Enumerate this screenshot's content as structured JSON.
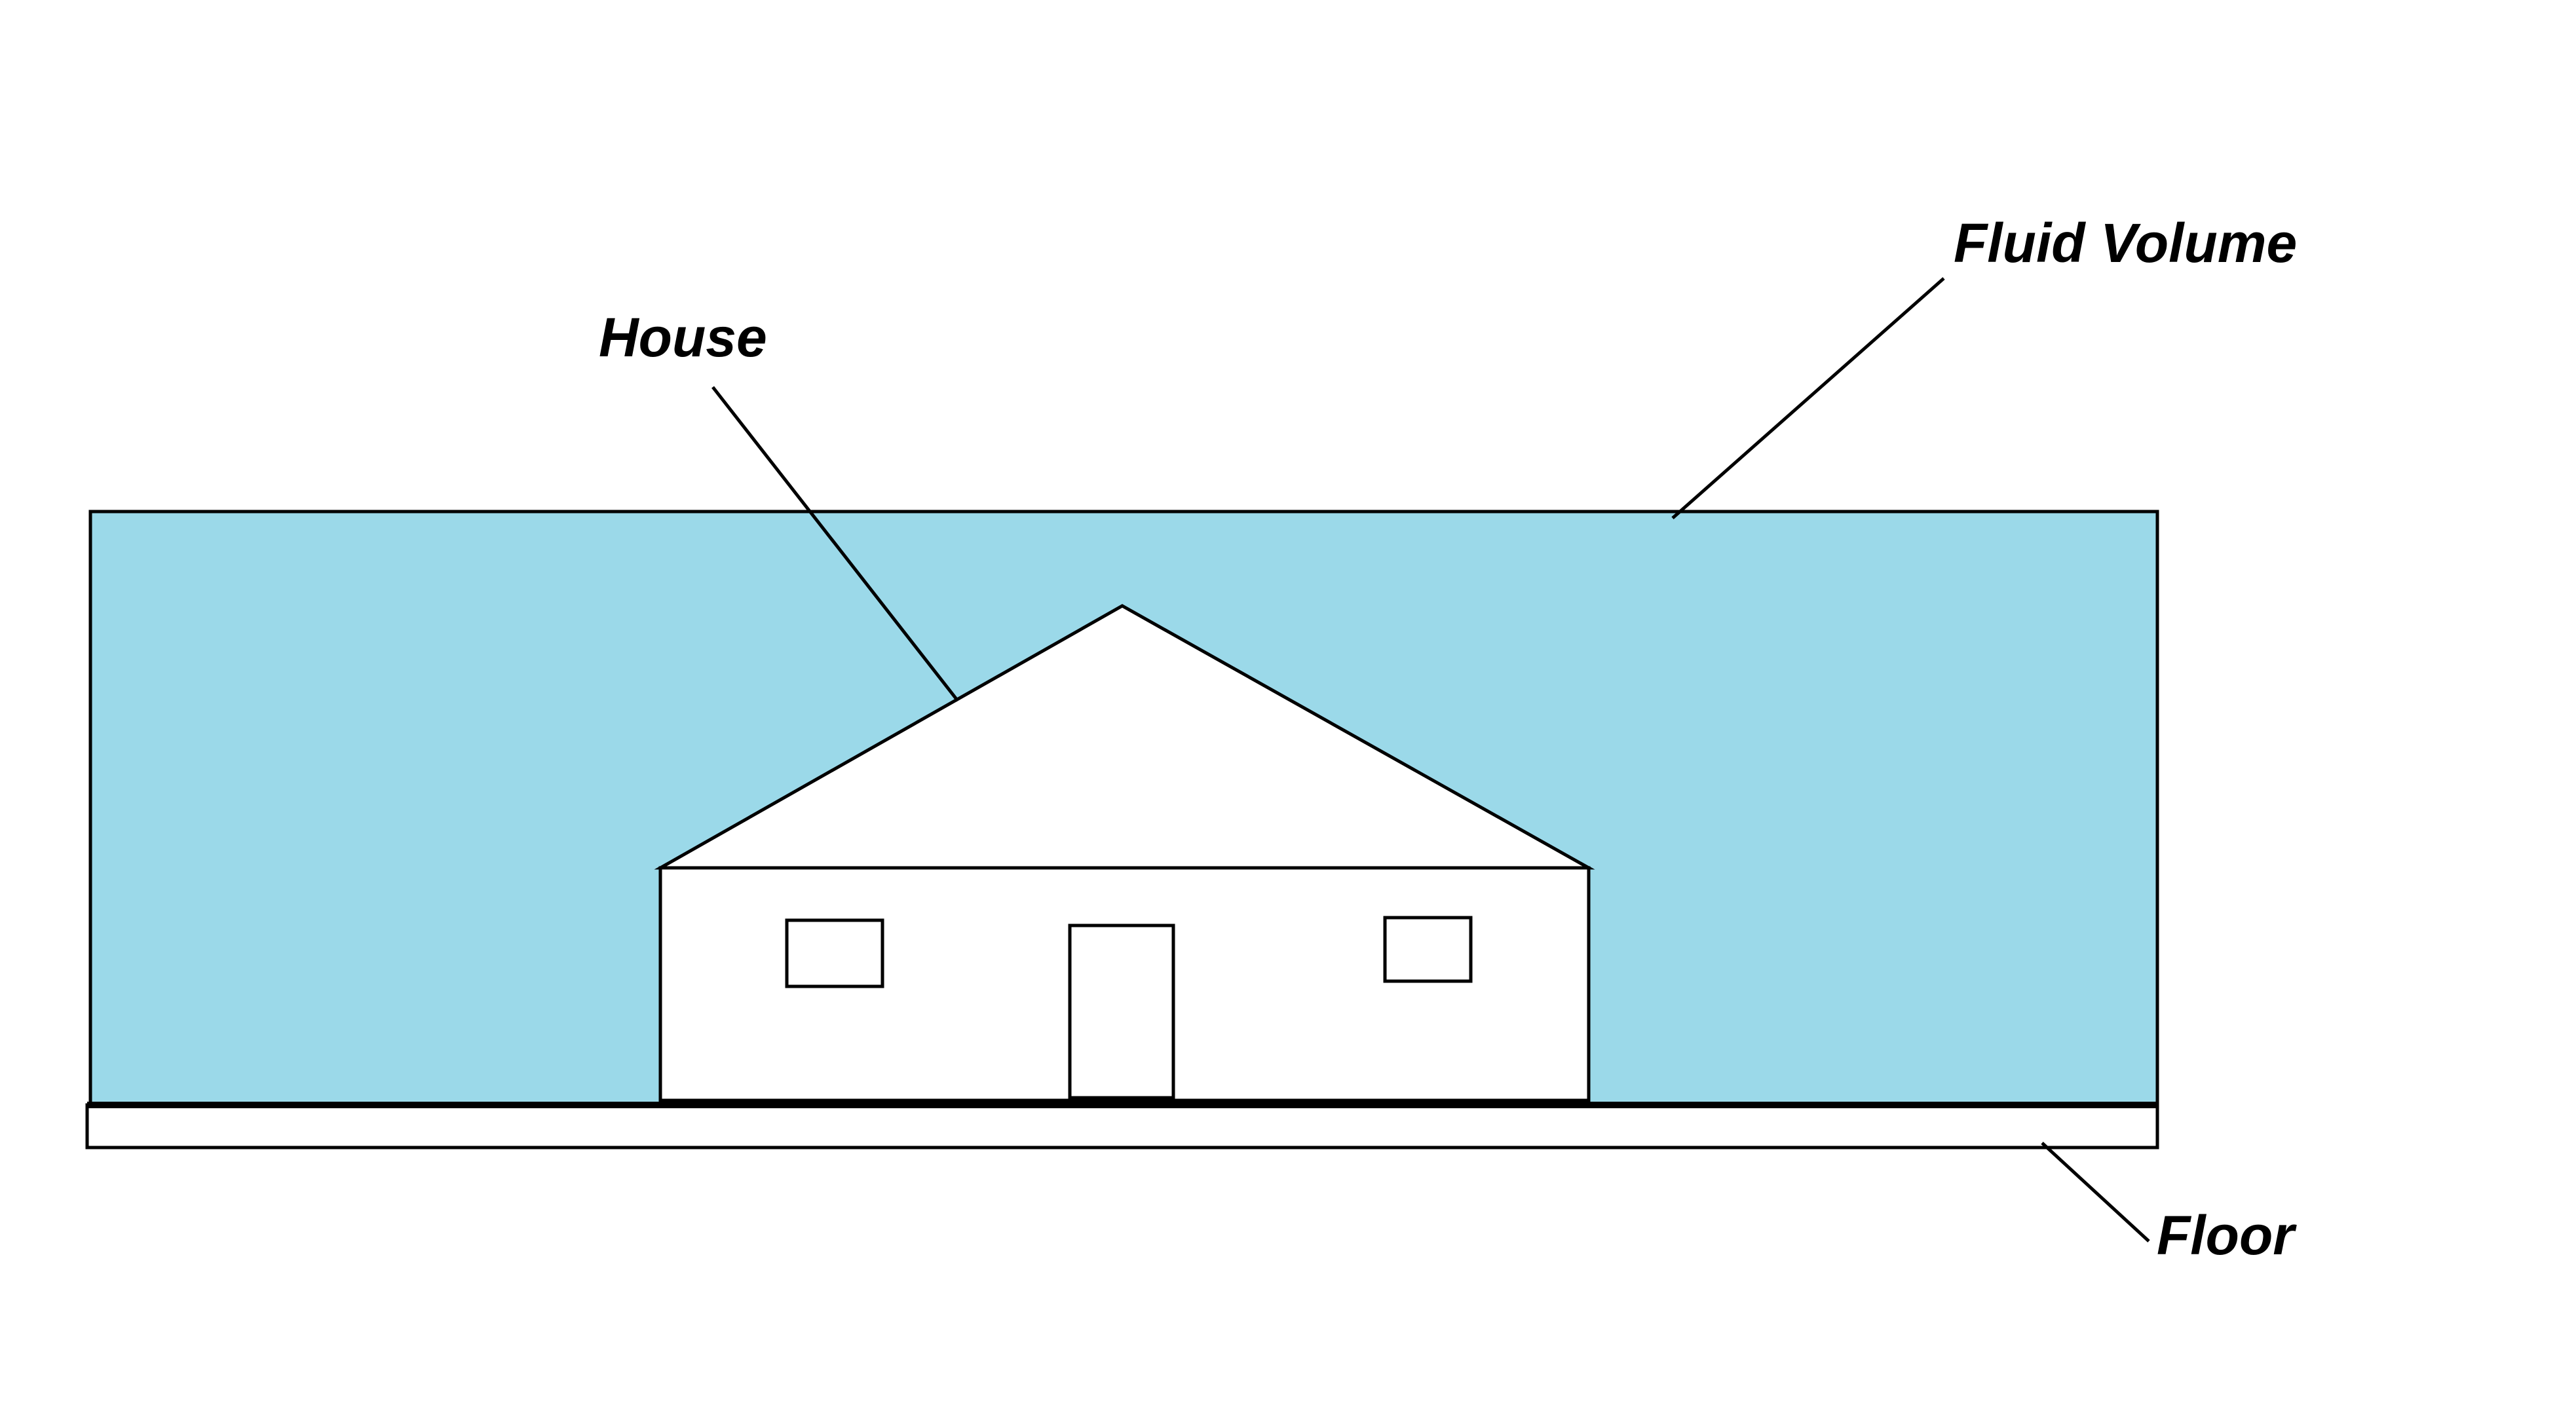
{
  "labels": {
    "house": "House",
    "fluid_volume": "Fluid Volume",
    "floor": "Floor"
  },
  "colors": {
    "fluid": "#9bd9e9",
    "stroke": "#000000",
    "house_fill": "#ffffff"
  }
}
